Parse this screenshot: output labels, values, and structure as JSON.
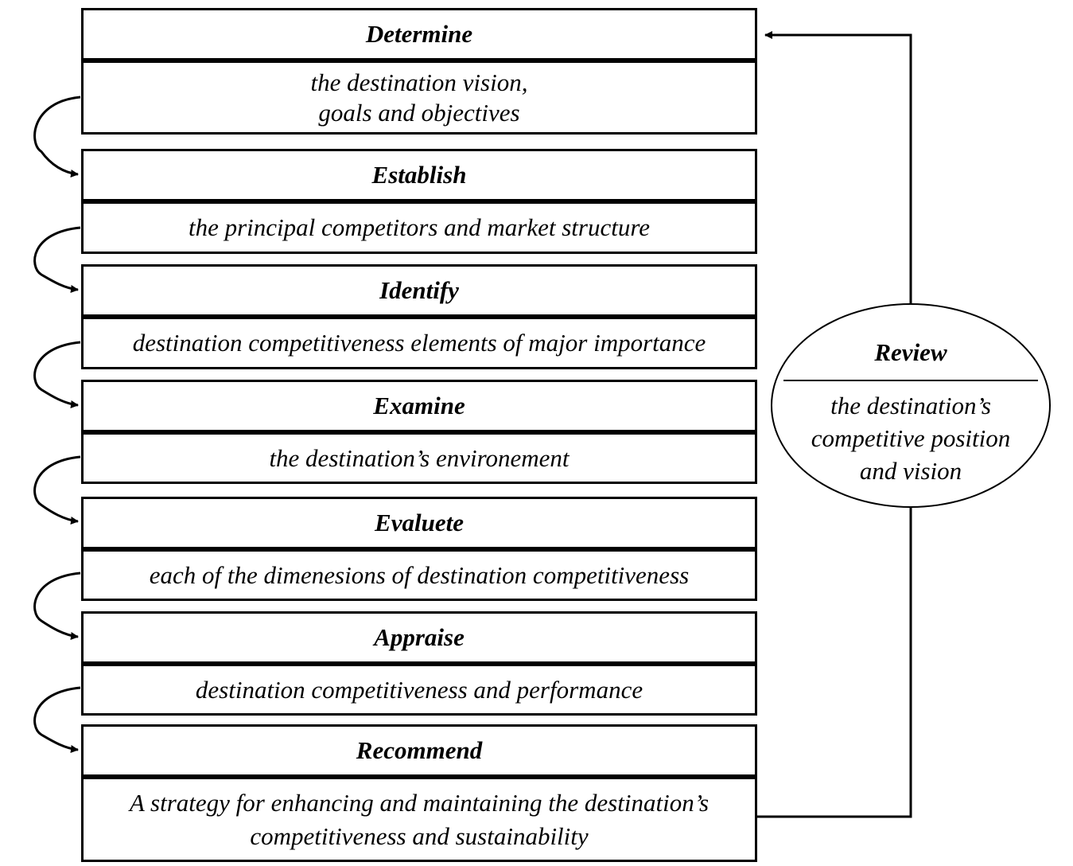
{
  "steps": [
    {
      "title": "Determine",
      "desc_lines": [
        "the destination vision,",
        "goals and objectives"
      ]
    },
    {
      "title": "Establish",
      "desc_lines": [
        "the principal competitors and market structure"
      ]
    },
    {
      "title": "Identify",
      "desc_lines": [
        "destination competitiveness elements of major importance"
      ]
    },
    {
      "title": "Examine",
      "desc_lines": [
        "the destination’s environement"
      ]
    },
    {
      "title": "Evaluete",
      "desc_lines": [
        "each of the dimenesions of destination competitiveness"
      ]
    },
    {
      "title": "Appraise",
      "desc_lines": [
        "destination competitiveness and performance"
      ]
    },
    {
      "title": "Recommend",
      "desc_lines": [
        "A strategy for enhancing and maintaining the destination’s",
        "competitiveness and sustainability"
      ]
    }
  ],
  "review": {
    "title": "Review",
    "desc_lines": [
      "the destination’s",
      "competitive position",
      "and vision"
    ]
  }
}
